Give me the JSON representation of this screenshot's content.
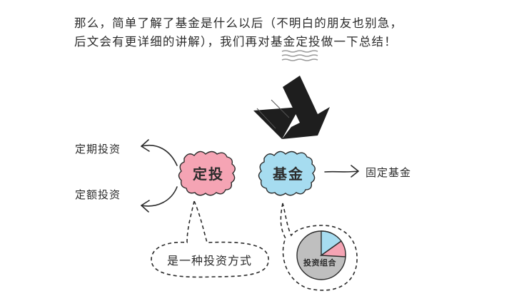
{
  "intro": {
    "line1": "那么，简单了解了基金是什么以后（不明白的朋友也别急，",
    "line2": "后文会有更详细的讲解），我们再对基金定投做一下总结！"
  },
  "nodes": {
    "dingtou": {
      "label": "定投",
      "color": "#f5a4b4"
    },
    "jijin": {
      "label": "基金",
      "color": "#a6dcf0"
    }
  },
  "branches": {
    "left_top": "定期投资",
    "left_bottom": "定额投资",
    "right": "固定基金"
  },
  "callouts": {
    "definition": "是一种投资方式",
    "portfolio": "投资组合"
  },
  "colors": {
    "ink": "#2b2b2b",
    "pie_gray": "#bfbfbf",
    "pie_blue": "#a6dcf0",
    "pie_pink": "#f5a4b4"
  }
}
